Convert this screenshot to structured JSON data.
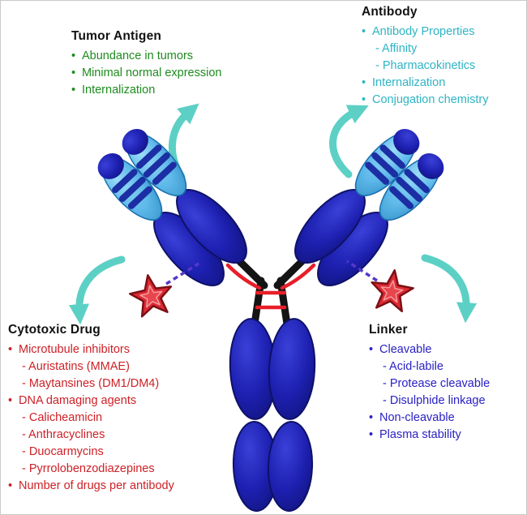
{
  "ui": {
    "bullet": "•"
  },
  "colors": {
    "header_text": "#111111",
    "green_text": "#1e8c1e",
    "teal_text": "#2fb4c4",
    "red_text": "#cd2127",
    "blue_text": "#2a21c4",
    "arrow_teal": "#5dd0c5",
    "antibody_dark": "#1d20b0",
    "antibody_dark_hl": "#3a40d8",
    "antibody_dark_edge": "#0e1168",
    "antibody_light": "#5fb9ea",
    "antibody_light_hl": "#9adcf7",
    "antibody_light_edge": "#1a6fae",
    "stripe_blue": "#1c2ea4",
    "star_fill": "#dd2a34",
    "star_edge": "#7c1015",
    "star_inner_fill": "#e8454f",
    "star_inner_stroke": "#f29a9a",
    "hinge_red": "#e71f29",
    "linker_purple": "#5638c8",
    "backbone_black": "#141414"
  },
  "sections": {
    "tumor_antigen": {
      "title": "Tumor Antigen",
      "items": [
        "Abundance in tumors",
        "Minimal normal expression",
        "Internalization"
      ]
    },
    "antibody": {
      "title": "Antibody",
      "items": [
        "Antibody Properties",
        "- Affinity",
        "- Pharmacokinetics",
        "Internalization",
        "Conjugation chemistry"
      ]
    },
    "cytotoxic_drug": {
      "title": "Cytotoxic Drug",
      "items": [
        "Microtubule inhibitors",
        "- Auristatins (MMAE)",
        "- Maytansines (DM1/DM4)",
        "DNA damaging agents",
        "- Calicheamicin",
        "- Anthracyclines",
        "- Duocarmycins",
        "- Pyrrolobenzodiazepines",
        "Number of drugs per antibody"
      ]
    },
    "linker": {
      "title": "Linker",
      "items": [
        "Cleavable",
        "- Acid-labile",
        "- Protease cleavable",
        "- Disulphide linkage",
        "Non-cleavable",
        "Plasma stability"
      ]
    }
  }
}
